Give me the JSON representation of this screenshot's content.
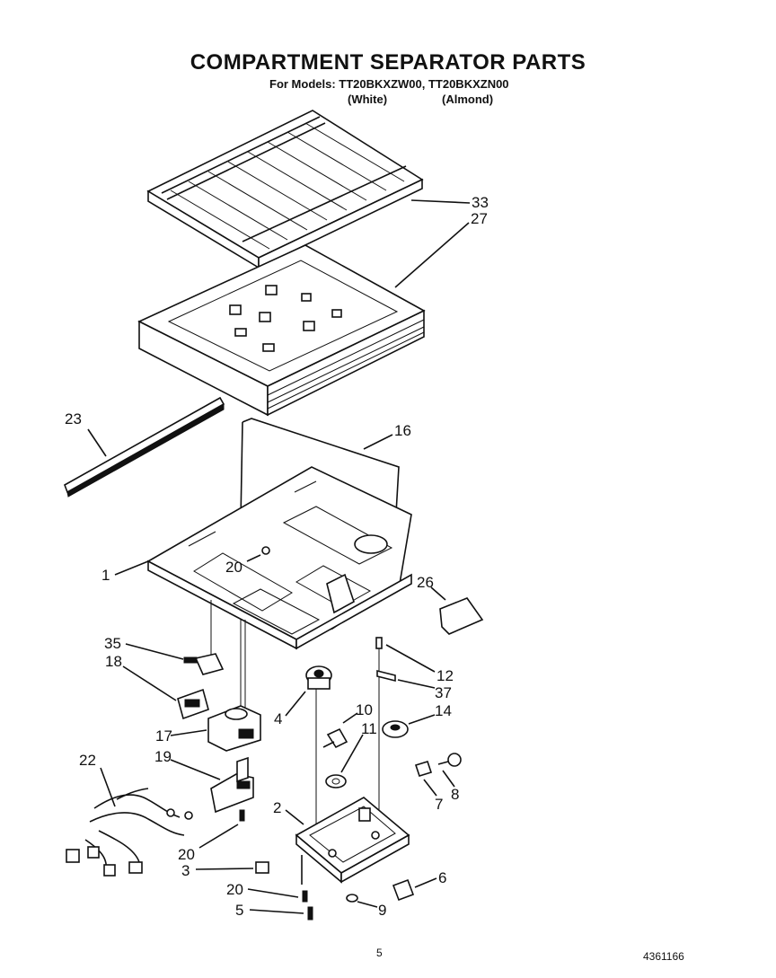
{
  "header": {
    "title": "COMPARTMENT SEPARATOR PARTS",
    "models": "For Models: TT20BKXZW00, TT20BKXZN00",
    "color_white": "(White)",
    "color_almond": "(Almond)"
  },
  "footer": {
    "page_number": "5",
    "doc_number": "4361166"
  },
  "callouts": {
    "c33": "33",
    "c27": "27",
    "c23": "23",
    "c16": "16",
    "c1": "1",
    "c20a": "20",
    "c26": "26",
    "c35": "35",
    "c18": "18",
    "c12": "12",
    "c37": "37",
    "c4": "4",
    "c10": "10",
    "c14": "14",
    "c11": "11",
    "c17": "17",
    "c22": "22",
    "c19": "19",
    "c8": "8",
    "c7": "7",
    "c2": "2",
    "c20b": "20",
    "c3": "3",
    "c6": "6",
    "c20c": "20",
    "c5": "5",
    "c9": "9"
  }
}
